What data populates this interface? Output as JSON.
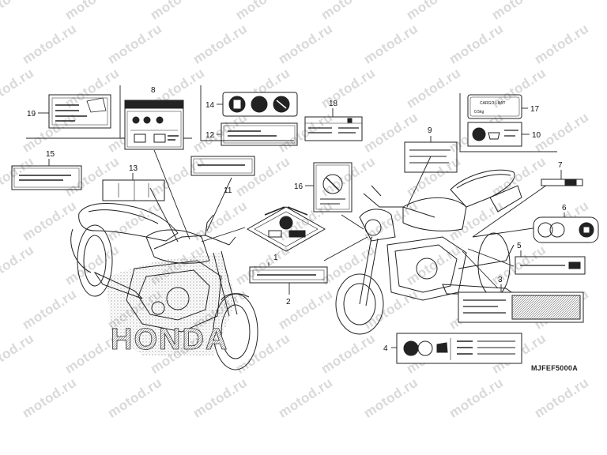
{
  "watermark_text": "motod.ru",
  "diagram_code": "MJFEF5000A",
  "brand_text": "HONDA",
  "callouts": [
    "1",
    "2",
    "3",
    "4",
    "5",
    "6",
    "7",
    "8",
    "9",
    "10",
    "11",
    "12",
    "13",
    "14",
    "15",
    "16",
    "17",
    "18",
    "19"
  ],
  "label_17": {
    "line1": "CARGO LIMIT",
    "line2": "0.5kg"
  }
}
